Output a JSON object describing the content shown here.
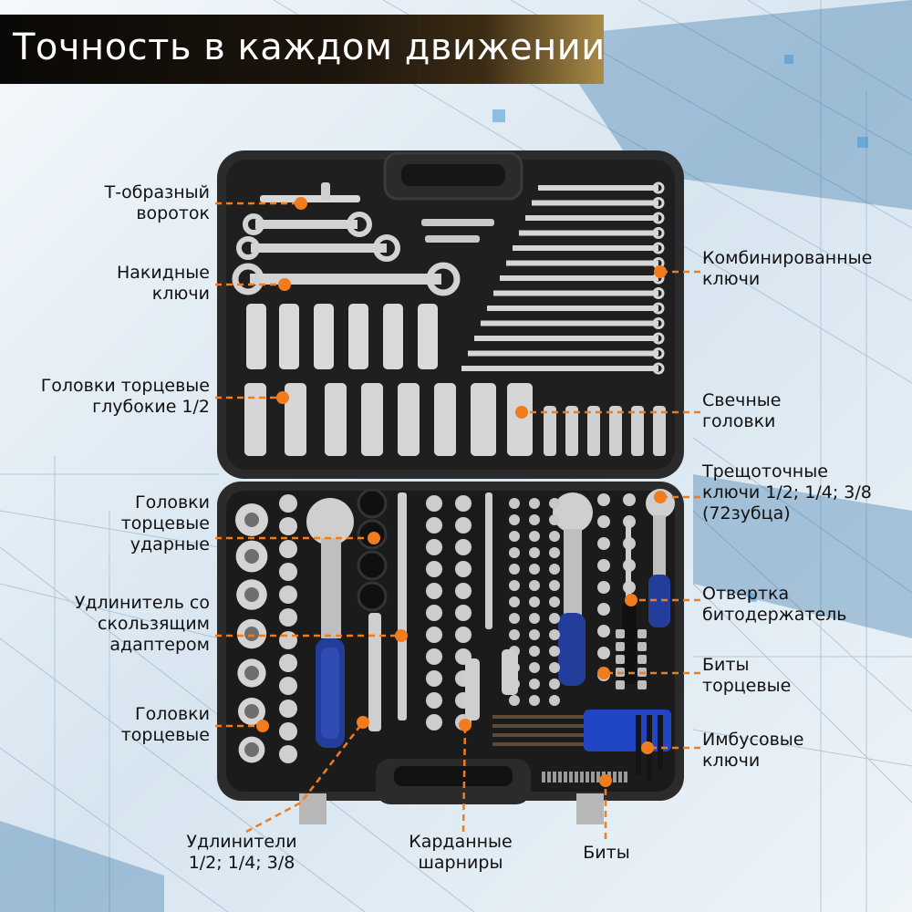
{
  "title": "Точность в каждом движении",
  "colors": {
    "leader": "#f07c1e",
    "case": "#2a2a2a",
    "background": "#dde8f1",
    "handle_blue": "#233e9a"
  },
  "labels": {
    "t_wrench": [
      "Т-образный",
      "вороток"
    ],
    "ring_wrenches": [
      "Накидные",
      "ключи"
    ],
    "deep_sockets": [
      "Головки торцевые",
      "глубокие 1/2"
    ],
    "impact_sockets": [
      "Головки",
      "торцевые",
      "ударные"
    ],
    "sliding_extension": [
      "Удлинитель со",
      "скользящим",
      "адаптером"
    ],
    "sockets": [
      "Головки",
      "торцевые"
    ],
    "extensions": [
      "Удлинители",
      "1/2; 1/4; 3/8"
    ],
    "universal_joints": [
      "Карданные",
      "шарниры"
    ],
    "bits": [
      "Биты"
    ],
    "combination_wrenches": [
      "Комбинированные",
      "ключи"
    ],
    "spark_plug_sockets": [
      "Свечные",
      "головки"
    ],
    "ratchets": [
      "Трещоточные",
      "ключи 1/2; 1/4; 3/8",
      "(72зубца)"
    ],
    "screwdriver": [
      "Отвертка",
      "битодержатель"
    ],
    "bit_sockets": [
      "Биты",
      "торцевые"
    ],
    "hex_keys": [
      "Имбусовые",
      "ключи"
    ]
  }
}
